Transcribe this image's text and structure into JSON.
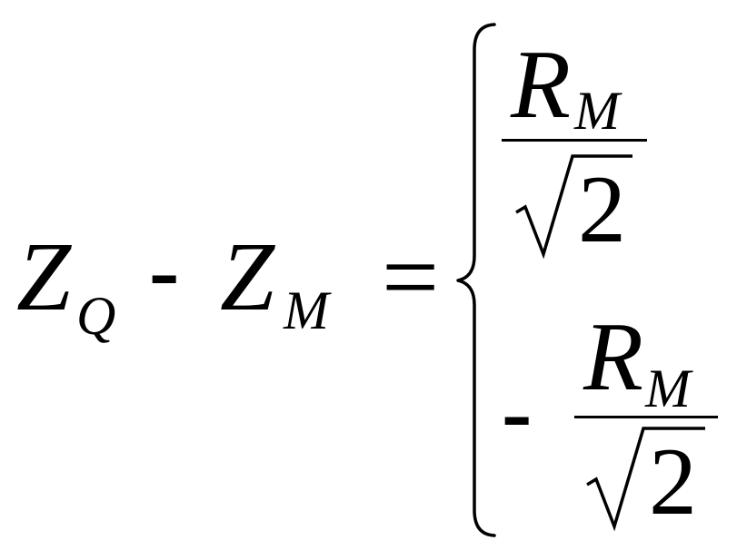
{
  "formula": {
    "lhs": {
      "z1": "Z",
      "z1_sub": "Q",
      "minus": "-",
      "z2": "Z",
      "z2_sub": "M"
    },
    "equals": "=",
    "cases": {
      "top": {
        "num": "R",
        "num_sub": "M",
        "radicand": "2"
      },
      "bottom": {
        "sign": "-",
        "num": "R",
        "num_sub": "M",
        "radicand": "2"
      }
    }
  }
}
